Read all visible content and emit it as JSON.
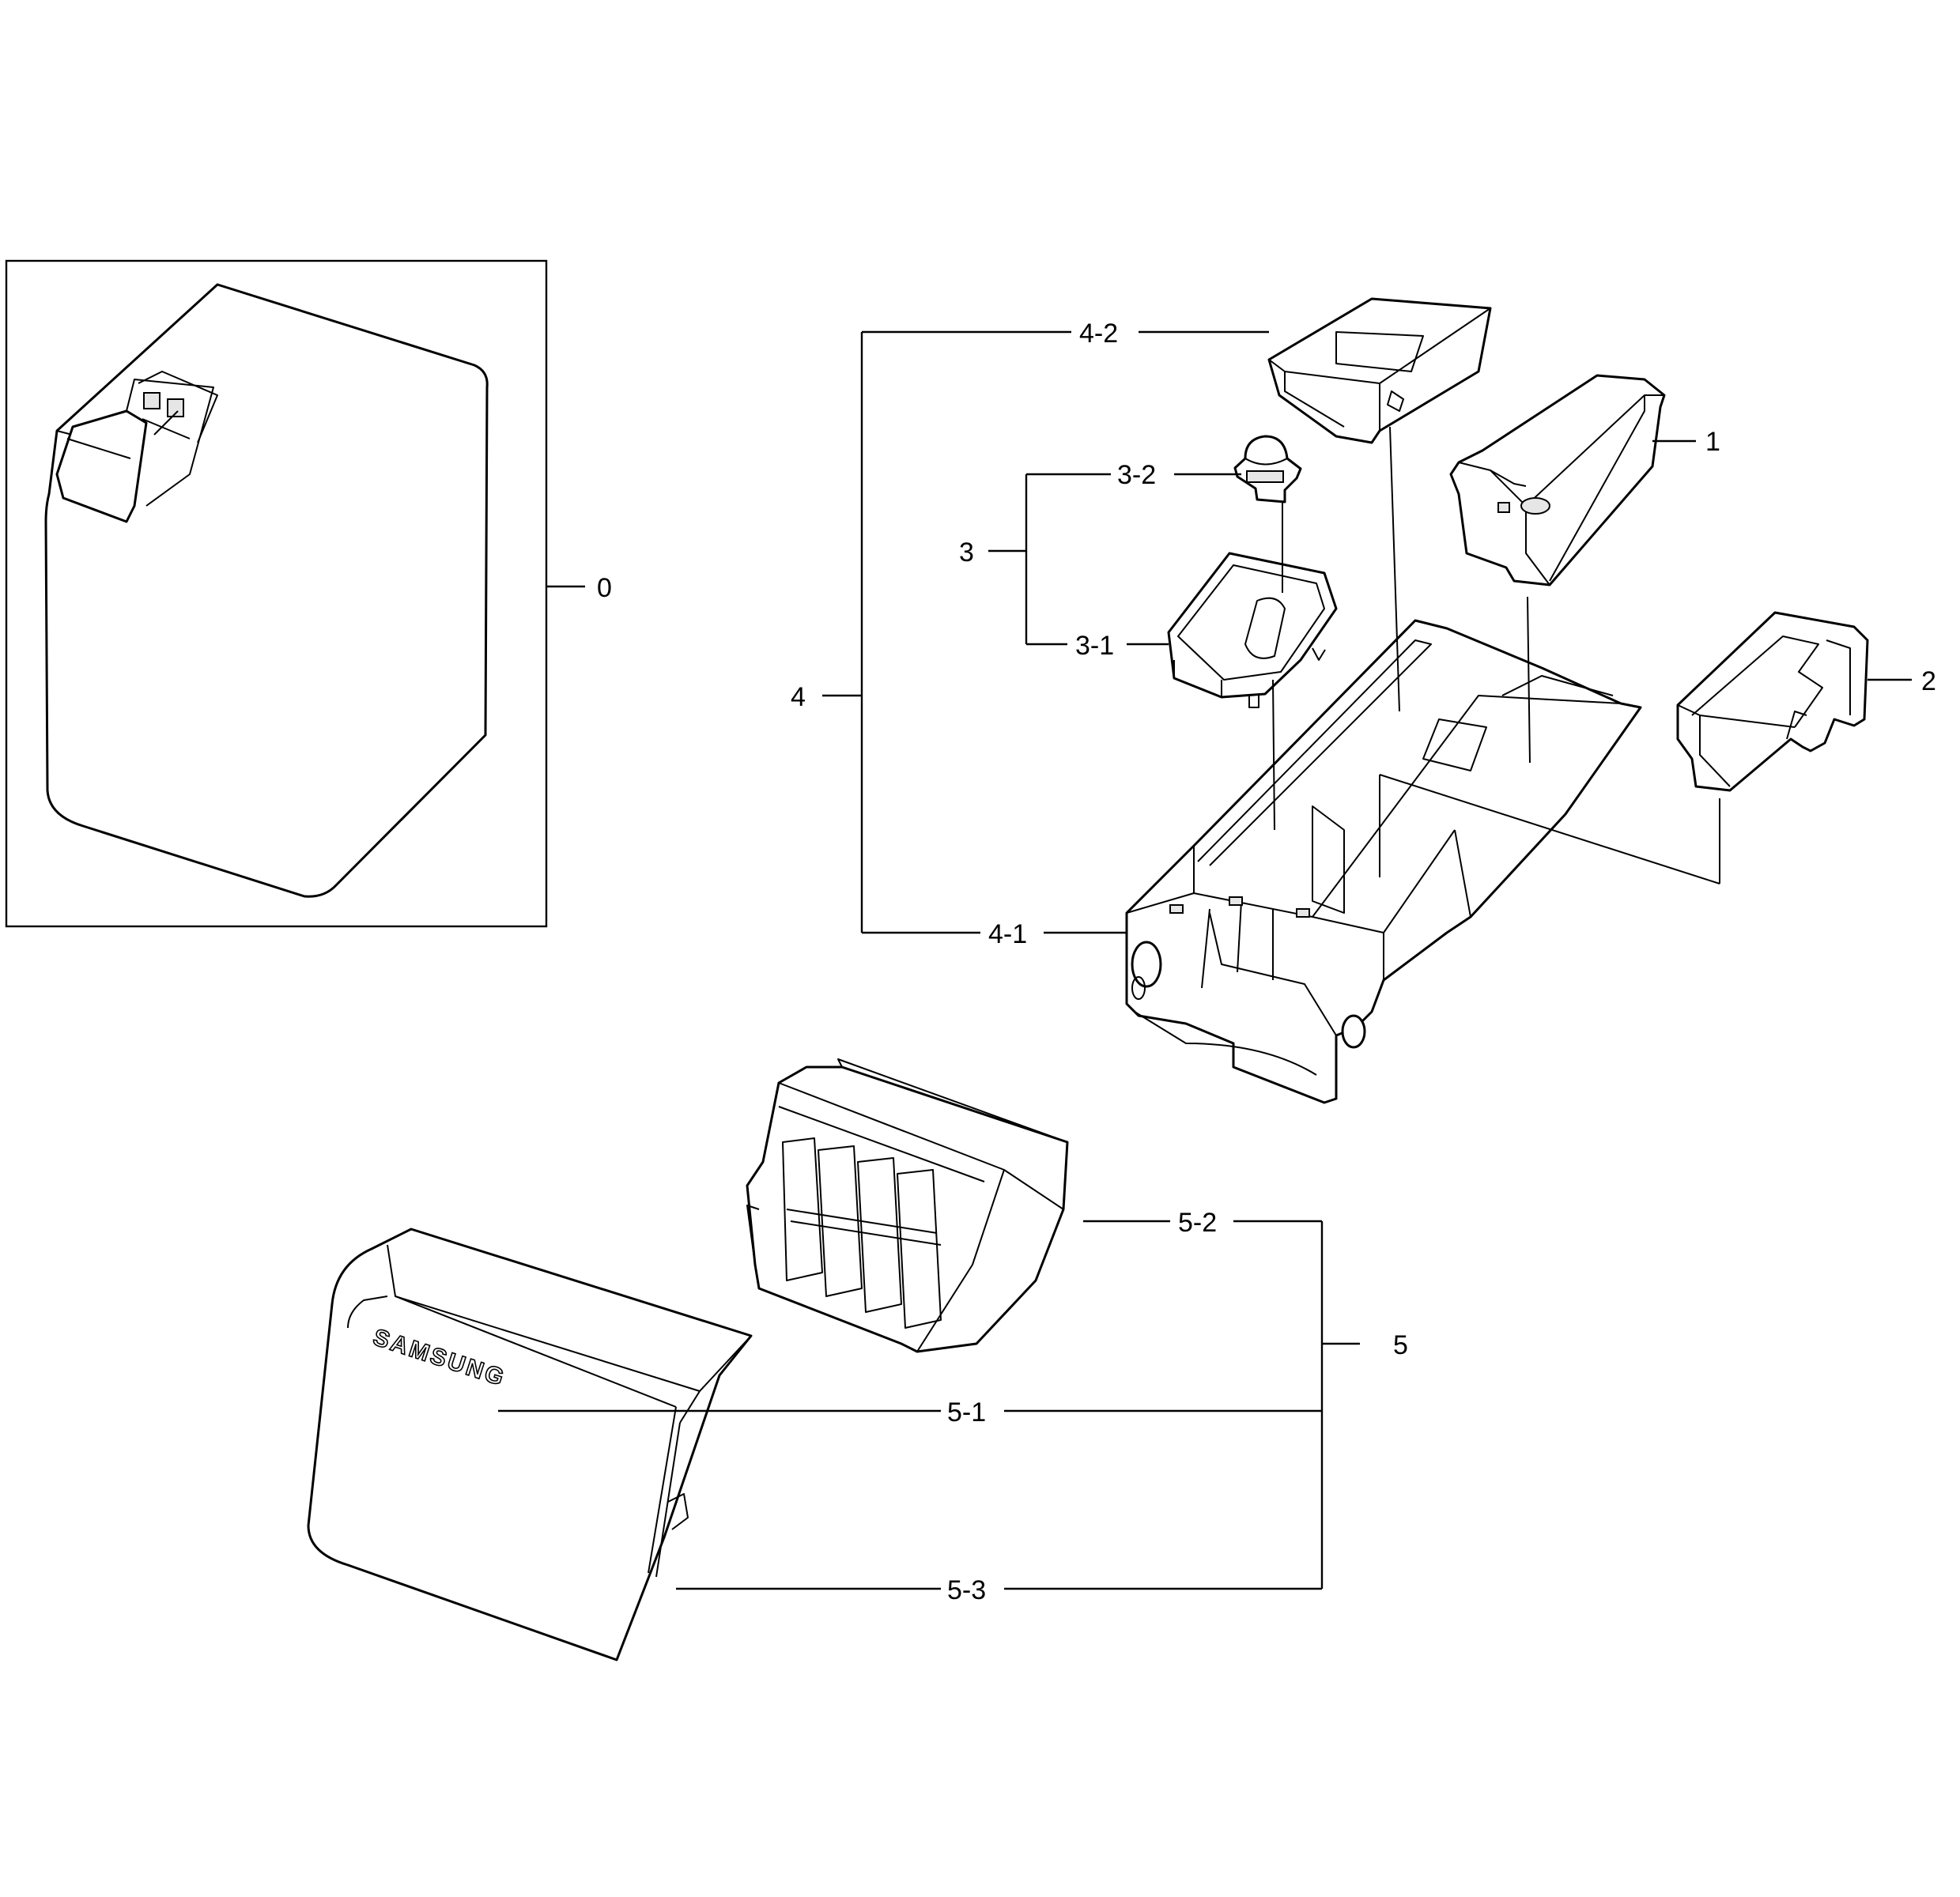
{
  "labels": {
    "l0": "0",
    "l1": "1",
    "l2": "2",
    "l3": "3",
    "l3_1": "3-1",
    "l3_2": "3-2",
    "l4": "4",
    "l4_1": "4-1",
    "l4_2": "4-2",
    "l5": "5",
    "l5_1": "5-1",
    "l5_2": "5-2",
    "l5_3": "5-3"
  },
  "brand": {
    "logo_text": "SAMSUNG"
  }
}
